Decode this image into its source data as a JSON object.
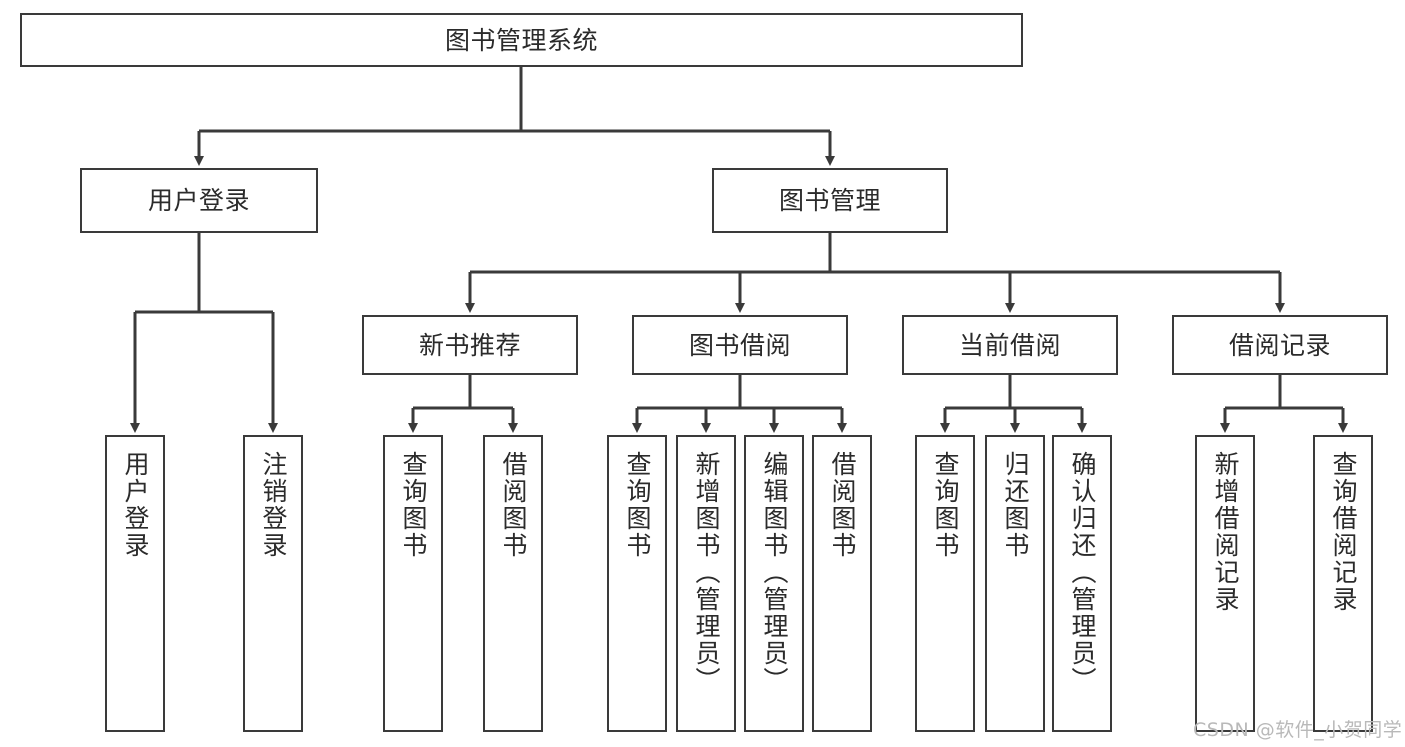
{
  "diagram": {
    "title": "图书管理系统",
    "type": "tree",
    "orientation": "top-down",
    "line_color": "#3a3a3a",
    "box_fill": "#ffffff",
    "text_color": "#2b2b2b",
    "root": {
      "label": "图书管理系统",
      "children": [
        {
          "label": "用户登录",
          "children": [
            {
              "label": "用户登录"
            },
            {
              "label": "注销登录"
            }
          ]
        },
        {
          "label": "图书管理",
          "children": [
            {
              "label": "新书推荐",
              "children": [
                {
                  "label": "查询图书"
                },
                {
                  "label": "借阅图书"
                }
              ]
            },
            {
              "label": "图书借阅",
              "children": [
                {
                  "label": "查询图书"
                },
                {
                  "label": "新增图书（管理员）"
                },
                {
                  "label": "编辑图书（管理员）"
                },
                {
                  "label": "借阅图书"
                }
              ]
            },
            {
              "label": "当前借阅",
              "children": [
                {
                  "label": "查询图书"
                },
                {
                  "label": "归还图书"
                },
                {
                  "label": "确认归还（管理员）"
                }
              ]
            },
            {
              "label": "借阅记录",
              "children": [
                {
                  "label": "新增借阅记录"
                },
                {
                  "label": "查询借阅记录"
                }
              ]
            }
          ]
        }
      ]
    },
    "nodes": {
      "root": "图书管理系统",
      "user_login": "用户登录",
      "book_manage": "图书管理",
      "new_book_rec": "新书推荐",
      "book_borrow": "图书借阅",
      "current_borrow": "当前借阅",
      "borrow_record": "借阅记录",
      "leaf_user_login": "用户登录",
      "leaf_logout": "注销登录",
      "leaf_rec_query": "查询图书",
      "leaf_rec_borrow": "借阅图书",
      "leaf_bb_query": "查询图书",
      "leaf_bb_add": "新增图书（管理员）",
      "leaf_bb_edit": "编辑图书（管理员）",
      "leaf_bb_borrow": "借阅图书",
      "leaf_cb_query": "查询图书",
      "leaf_cb_return": "归还图书",
      "leaf_cb_confirm": "确认归还（管理员）",
      "leaf_br_add": "新增借阅记录",
      "leaf_br_query": "查询借阅记录"
    },
    "watermark": "CSDN @软件_小贺同学"
  }
}
